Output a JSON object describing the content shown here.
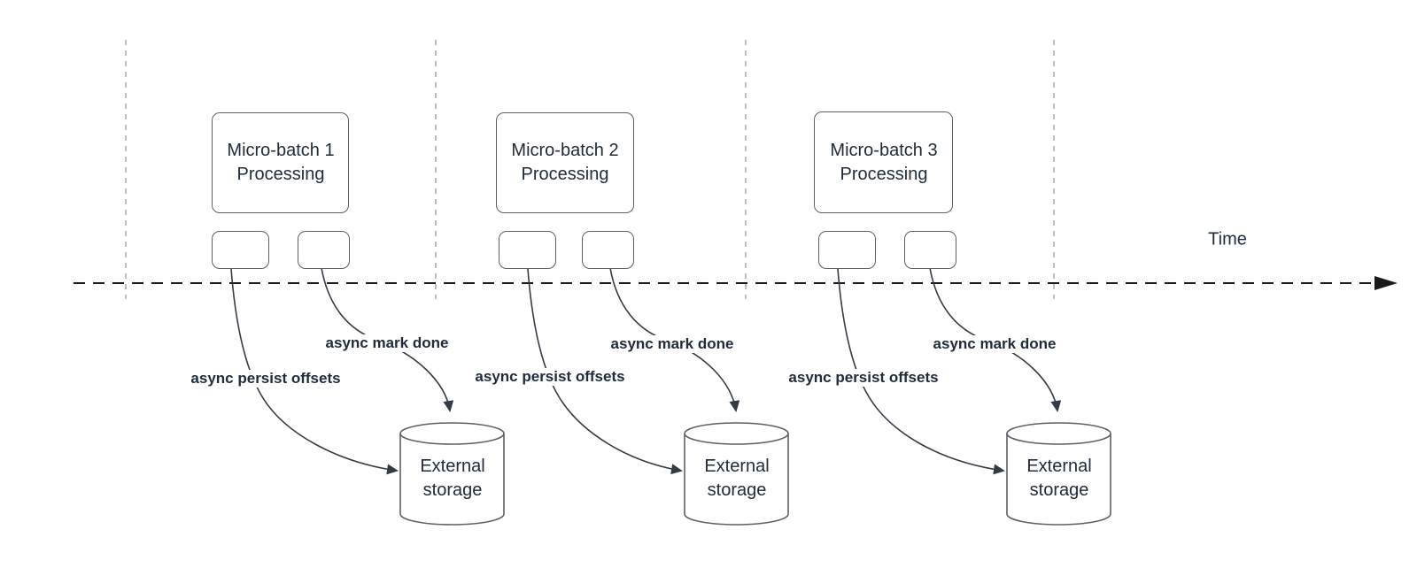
{
  "time_axis": {
    "label": "Time"
  },
  "groups": [
    {
      "box_line1": "Micro-batch 1",
      "box_line2": "Processing",
      "persist_label": "async persist offsets",
      "done_label": "async mark done",
      "storage_line1": "External",
      "storage_line2": "storage"
    },
    {
      "box_line1": "Micro-batch 2",
      "box_line2": "Processing",
      "persist_label": "async persist offsets",
      "done_label": "async mark done",
      "storage_line1": "External",
      "storage_line2": "storage"
    },
    {
      "box_line1": "Micro-batch 3",
      "box_line2": "Processing",
      "persist_label": "async persist offsets",
      "done_label": "async mark done",
      "storage_line1": "External",
      "storage_line2": "storage"
    }
  ],
  "colors": {
    "text": "#202b3b",
    "shape-stroke": "#5b6067",
    "curve-stroke": "#343b46",
    "gridline": "#a9a9a9",
    "axis": "#1a1a1a",
    "bg": "#ffffff"
  }
}
